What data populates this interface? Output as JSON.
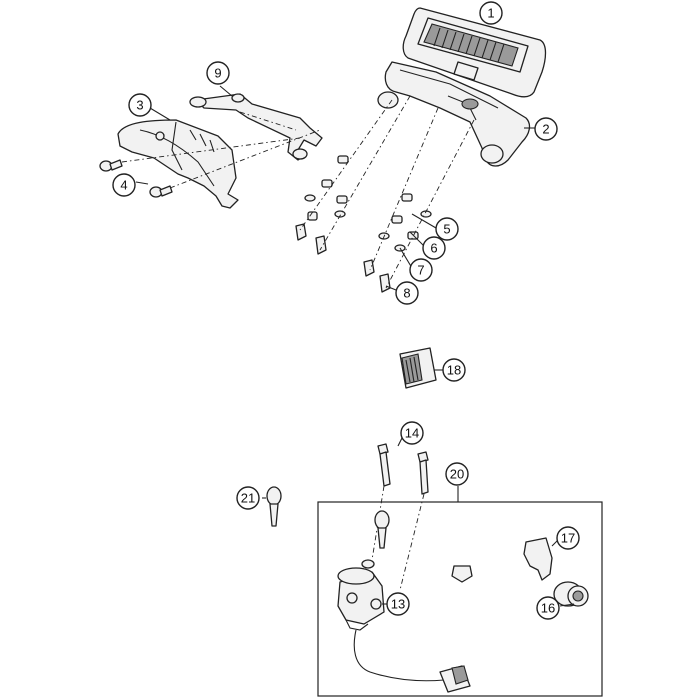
{
  "callouts": {
    "c1": "1",
    "c2": "2",
    "c3": "3",
    "c4": "4",
    "c5": "5",
    "c6": "6",
    "c7": "7",
    "c8": "8",
    "c9": "9",
    "c13": "13",
    "c14": "14",
    "c16": "16",
    "c17": "17",
    "c18": "18",
    "c20": "20",
    "c21": "21"
  }
}
